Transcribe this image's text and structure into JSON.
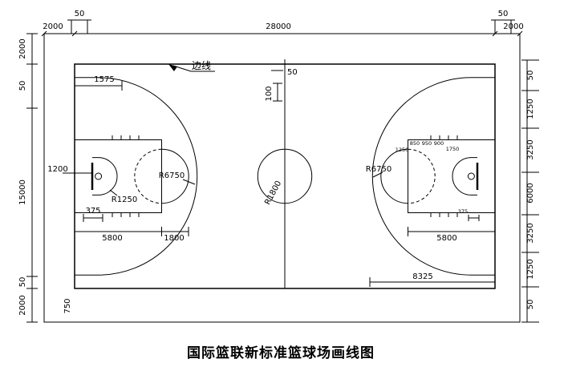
{
  "title": "国际篮联新标准篮球场画线图",
  "dimensions": {
    "top": {
      "line_width_left": "50",
      "margin_left": "2000",
      "court_length": "28000",
      "line_width_right": "50",
      "margin_right": "2000"
    },
    "left": [
      "2000",
      "50",
      "15000",
      "50",
      "2000"
    ],
    "right": [
      "50",
      "1250",
      "3250",
      "6000",
      "3250",
      "1250",
      "50"
    ]
  },
  "annotations": {
    "sideline_label": "边线",
    "basket_offset": "1575",
    "backboard_to_baseline": "1200",
    "ring_to_backboard": "375",
    "no_charge_radius": "R1250",
    "key_length_left": "5800",
    "free_throw_circle": "1800",
    "three_point_radius_left": "R6750",
    "three_point_radius_right": "R6750",
    "center_circle_radius": "R1800",
    "center_line_width": "50",
    "center_line_extension": "100",
    "key_length_right": "5800",
    "three_point_total": "8325",
    "bottom_mark": "750",
    "lane_marks": {
      "m1250": "1250",
      "m850": "850",
      "m950": "950",
      "m900": "900",
      "m1750": "1750",
      "m375": "375"
    }
  }
}
